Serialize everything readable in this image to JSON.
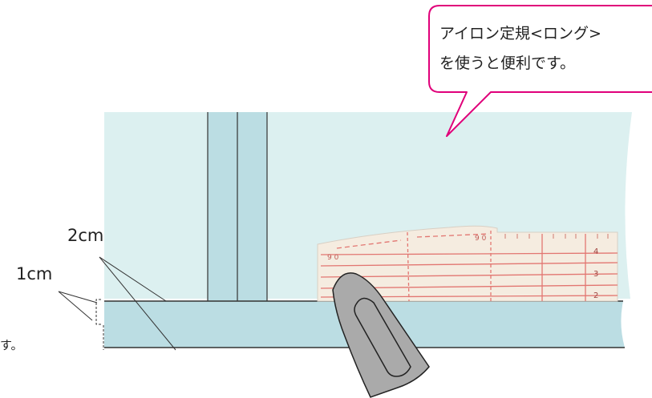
{
  "callout": {
    "line1": "アイロン定規<ロング>",
    "line2": "を使うと便利です。"
  },
  "labels": {
    "two_cm": "2cm",
    "one_cm": "1cm",
    "tail_text": "す。"
  },
  "ruler": {
    "numbers": [
      "4",
      "3",
      "2"
    ],
    "top_marks": [
      "9 0",
      "9 0"
    ]
  },
  "colors": {
    "fabric": "#dcf0f0",
    "seam": "#bbdde3",
    "outline": "#333333",
    "callout_border": "#e0007a",
    "ruler_bg": "#f5ece0",
    "ruler_lines": "#e06a66",
    "iron": "#aaaaaa"
  },
  "icons": [
    "iron-icon",
    "ironing-ruler-icon",
    "speech-bubble-icon"
  ]
}
